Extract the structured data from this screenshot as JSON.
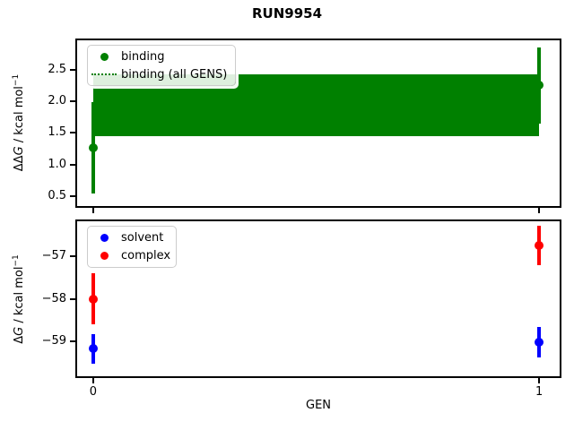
{
  "title": "RUN9954",
  "labels": {
    "top_ylabel": {
      "prefix": "ΔΔ",
      "symbol": "G",
      "unit": " / kcal mol",
      "sup": "−1"
    },
    "bottom_ylabel": {
      "prefix": "Δ",
      "symbol": "G",
      "unit": " / kcal mol",
      "sup": "−1"
    },
    "xlabel": "GEN"
  },
  "colors": {
    "binding": "#008000",
    "solvent": "#0000ff",
    "complex": "#ff0000",
    "axis": "#000000",
    "legend_border": "#cccccc"
  },
  "chart_data": [
    {
      "type": "scatter",
      "subplot": "top",
      "ylabel": "ΔΔG / kcal mol⁻¹",
      "x": [
        0,
        1
      ],
      "series": [
        {
          "name": "binding",
          "color": "#008000",
          "marker": "circle",
          "y": [
            1.27,
            2.25
          ],
          "yerr": [
            0.72,
            0.6
          ]
        },
        {
          "name": "binding (all GENS)",
          "color": "#008000",
          "marker": "dotted-line",
          "mean": 1.94,
          "band": [
            1.45,
            2.43
          ]
        }
      ],
      "xlim": [
        -0.04,
        1.05
      ],
      "ylim": [
        0.32,
        2.99
      ],
      "yticks": [
        0.5,
        1.0,
        1.5,
        2.0,
        2.5
      ],
      "ytick_labels": [
        "0.5",
        "1.0",
        "1.5",
        "2.0",
        "2.5"
      ],
      "xticks": [
        0,
        1
      ],
      "xtick_labels": [
        "0",
        "1"
      ],
      "grid": false,
      "legend_position": "upper left"
    },
    {
      "type": "scatter",
      "subplot": "bottom",
      "ylabel": "ΔG / kcal mol⁻¹",
      "xlabel": "GEN",
      "x": [
        0,
        1
      ],
      "series": [
        {
          "name": "solvent",
          "color": "#0000ff",
          "marker": "circle",
          "y": [
            -59.17,
            -59.02
          ],
          "yerr": [
            0.35,
            0.36
          ]
        },
        {
          "name": "complex",
          "color": "#ff0000",
          "marker": "circle",
          "y": [
            -58.0,
            -56.74
          ],
          "yerr": [
            0.6,
            0.47
          ]
        }
      ],
      "xlim": [
        -0.04,
        1.05
      ],
      "ylim": [
        -59.86,
        -56.13
      ],
      "yticks": [
        -59,
        -58,
        -57
      ],
      "ytick_labels": [
        "−59",
        "−58",
        "−57"
      ],
      "xticks": [
        0,
        1
      ],
      "xtick_labels": [
        "0",
        "1"
      ],
      "grid": false,
      "legend_position": "upper left"
    }
  ]
}
